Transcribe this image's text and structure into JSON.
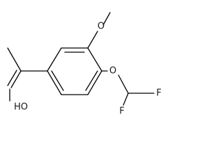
{
  "molecule": {
    "atoms": {
      "methoxy_o": "O",
      "ether_o": "O",
      "fluorine_top": "F",
      "fluorine_bottom": "F",
      "oxime_oh": "HO"
    },
    "colors": {
      "bond": "#000000",
      "label": "#1a1a1a",
      "background": "#ffffff"
    }
  }
}
